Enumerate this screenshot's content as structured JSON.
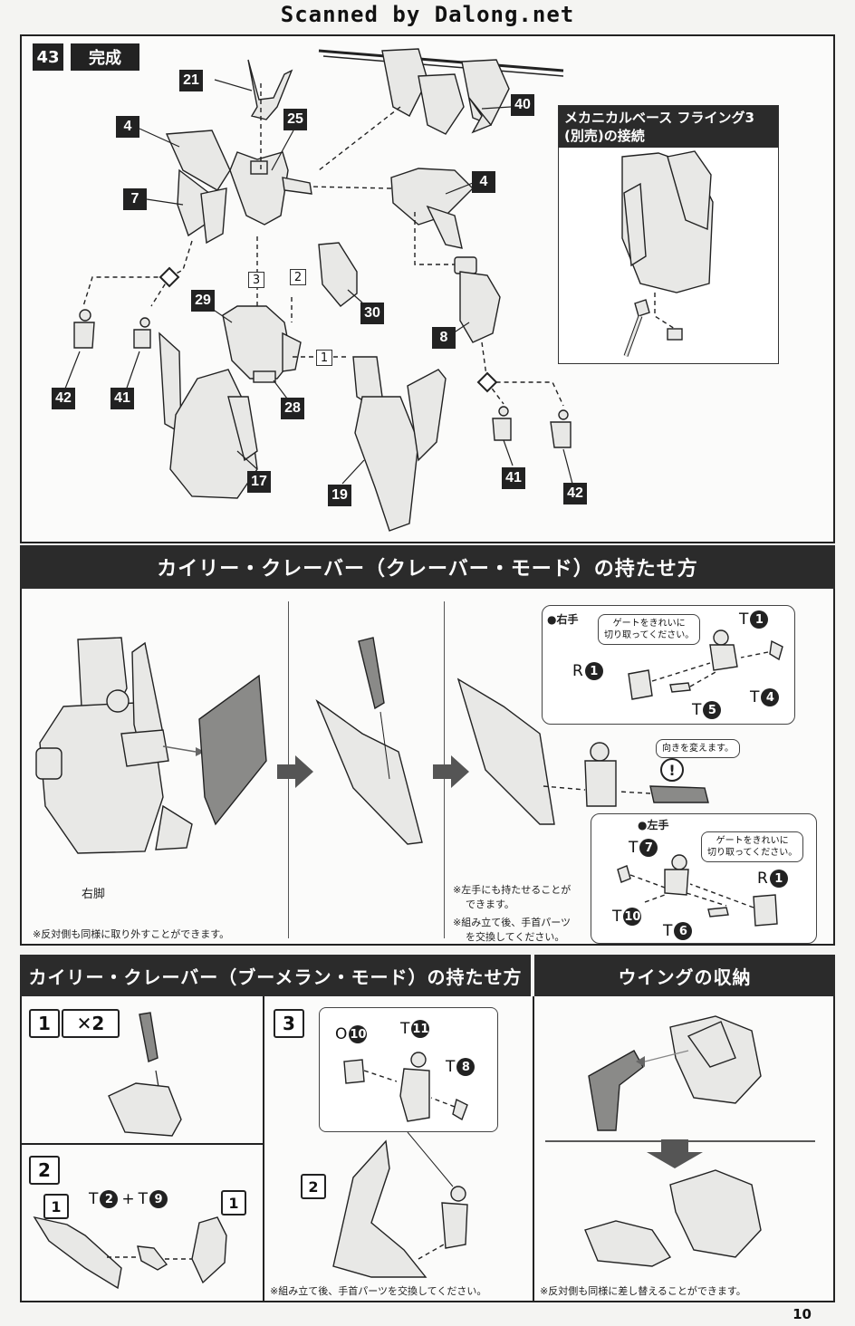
{
  "watermark": "Scanned by Dalong.net",
  "page_number": "10",
  "step43": {
    "number": "43",
    "label": "完成",
    "part_labels": [
      "21",
      "25",
      "40",
      "4",
      "7",
      "4",
      "42",
      "41",
      "29",
      "30",
      "8",
      "28",
      "17",
      "19",
      "41",
      "42"
    ],
    "order_labels": [
      "3",
      "2",
      "1"
    ],
    "base_box": {
      "title_line1": "メカニカルベース フライング3",
      "title_line2": "(別売)の接続"
    }
  },
  "cleaver_mode": {
    "title": "カイリー・クレーバー（クレーバー・モード）の持たせ方",
    "right_leg_label": "右脚",
    "note_reverse": "※反対側も同様に取り外すことができます。",
    "note_left1": "※左手にも持たせることが",
    "note_left1b": "できます。",
    "note_left2": "※組み立て後、手首パーツ",
    "note_left2b": "を交換してください。",
    "right_hand": {
      "label": "●右手",
      "gate_line1": "ゲートをきれいに",
      "gate_line2": "切り取ってください。",
      "R_letter": "R",
      "R_num": "1",
      "T1_letter": "T",
      "T1_num": "1",
      "T4_letter": "T",
      "T4_num": "4",
      "T5_letter": "T",
      "T5_num": "5"
    },
    "turn_note": "向きを変えます。",
    "left_hand": {
      "label": "●左手",
      "gate_line1": "ゲートをきれいに",
      "gate_line2": "切り取ってください。",
      "T7_letter": "T",
      "T7_num": "7",
      "R_letter": "R",
      "R_num": "1",
      "T10_letter": "T",
      "T10_num": "10",
      "T6_letter": "T",
      "T6_num": "6"
    }
  },
  "boomerang_mode": {
    "title": "カイリー・クレーバー（ブーメラン・モード）の持たせ方",
    "step1_num": "1",
    "step1_times": "✕2",
    "step2_num": "2",
    "step2_formula_a_letter": "T",
    "step2_formula_a_num": "2",
    "step2_plus": "+",
    "step2_formula_b_letter": "T",
    "step2_formula_b_num": "9",
    "step2_left_ref": "1",
    "step2_right_ref": "1",
    "step3_num": "3",
    "O10_letter": "O",
    "O10_num": "10",
    "T11_letter": "T",
    "T11_num": "11",
    "T8_letter": "T",
    "T8_num": "8",
    "step3_ref": "2",
    "note": "※組み立て後、手首パーツを交換してください。"
  },
  "wing_storage": {
    "title": "ウイングの収納",
    "note": "※反対側も同様に差し替えることができます。"
  }
}
